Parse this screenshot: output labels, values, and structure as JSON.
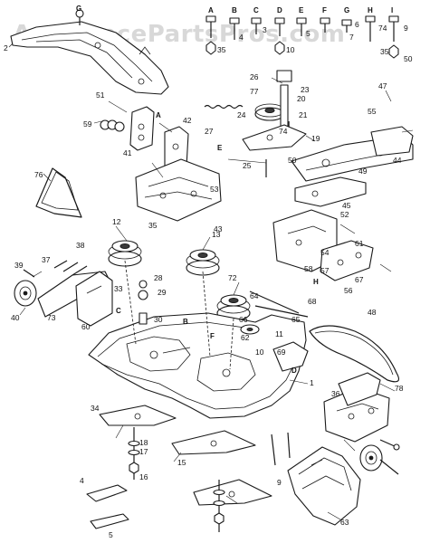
{
  "watermark": "AppliancePartsPros.com",
  "hardware_row": {
    "letters": [
      "A",
      "B",
      "C",
      "D",
      "E",
      "F",
      "G",
      "H",
      "I"
    ],
    "numbers": [
      "35",
      "3",
      "4",
      "10",
      "5",
      "6",
      "7",
      "74",
      "9",
      "35",
      "50"
    ]
  },
  "callouts": [
    "1",
    "2",
    "4",
    "5",
    "9",
    "10",
    "11",
    "12",
    "13",
    "15",
    "16",
    "17",
    "18",
    "19",
    "20",
    "21",
    "23",
    "24",
    "25",
    "26",
    "27",
    "28",
    "29",
    "30",
    "33",
    "34",
    "35",
    "36",
    "37",
    "38",
    "39",
    "40",
    "41",
    "42",
    "43",
    "44",
    "45",
    "47",
    "48",
    "49",
    "50",
    "51",
    "52",
    "53",
    "54",
    "55",
    "56",
    "57",
    "58",
    "59",
    "60",
    "61",
    "62",
    "63",
    "64",
    "65",
    "66",
    "67",
    "68",
    "69",
    "72",
    "73",
    "74",
    "76",
    "77",
    "78"
  ],
  "section_letters": [
    "A",
    "B",
    "C",
    "D",
    "E",
    "F",
    "G",
    "H",
    "I"
  ]
}
